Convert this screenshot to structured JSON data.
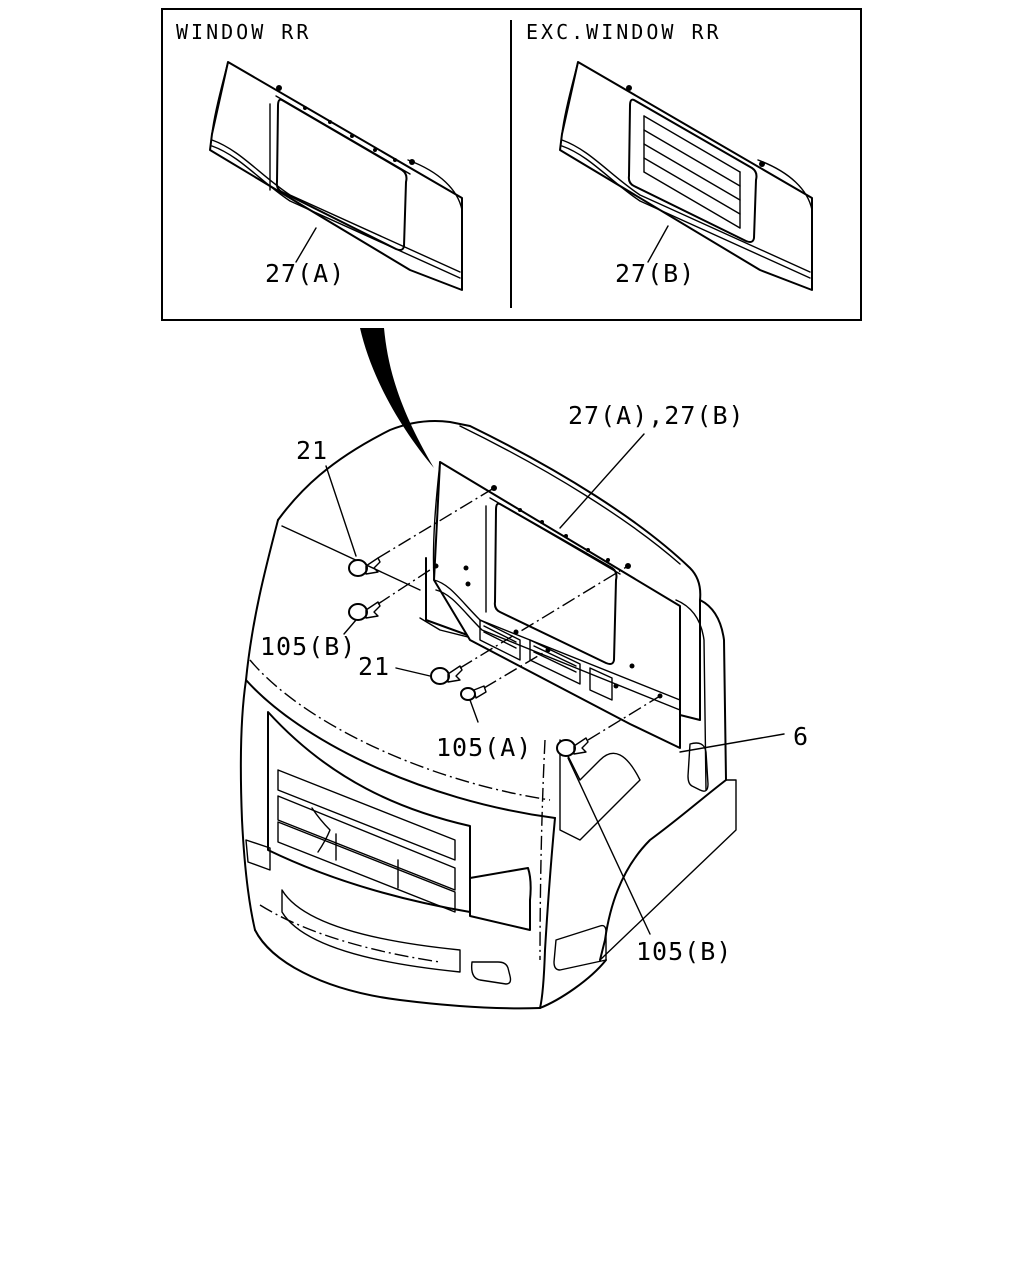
{
  "inset": {
    "left_title": "WINDOW RR",
    "right_title": "EXC.WINDOW RR",
    "left_part": "27(A)",
    "right_part": "27(B)"
  },
  "callouts": {
    "panel_both": "27(A),27(B)",
    "clip_21_upper": "21",
    "clip_21_lower": "21",
    "clip_105b_left": "105(B)",
    "clip_105a": "105(A)",
    "clip_105b_right": "105(B)",
    "cab_6": "6"
  }
}
